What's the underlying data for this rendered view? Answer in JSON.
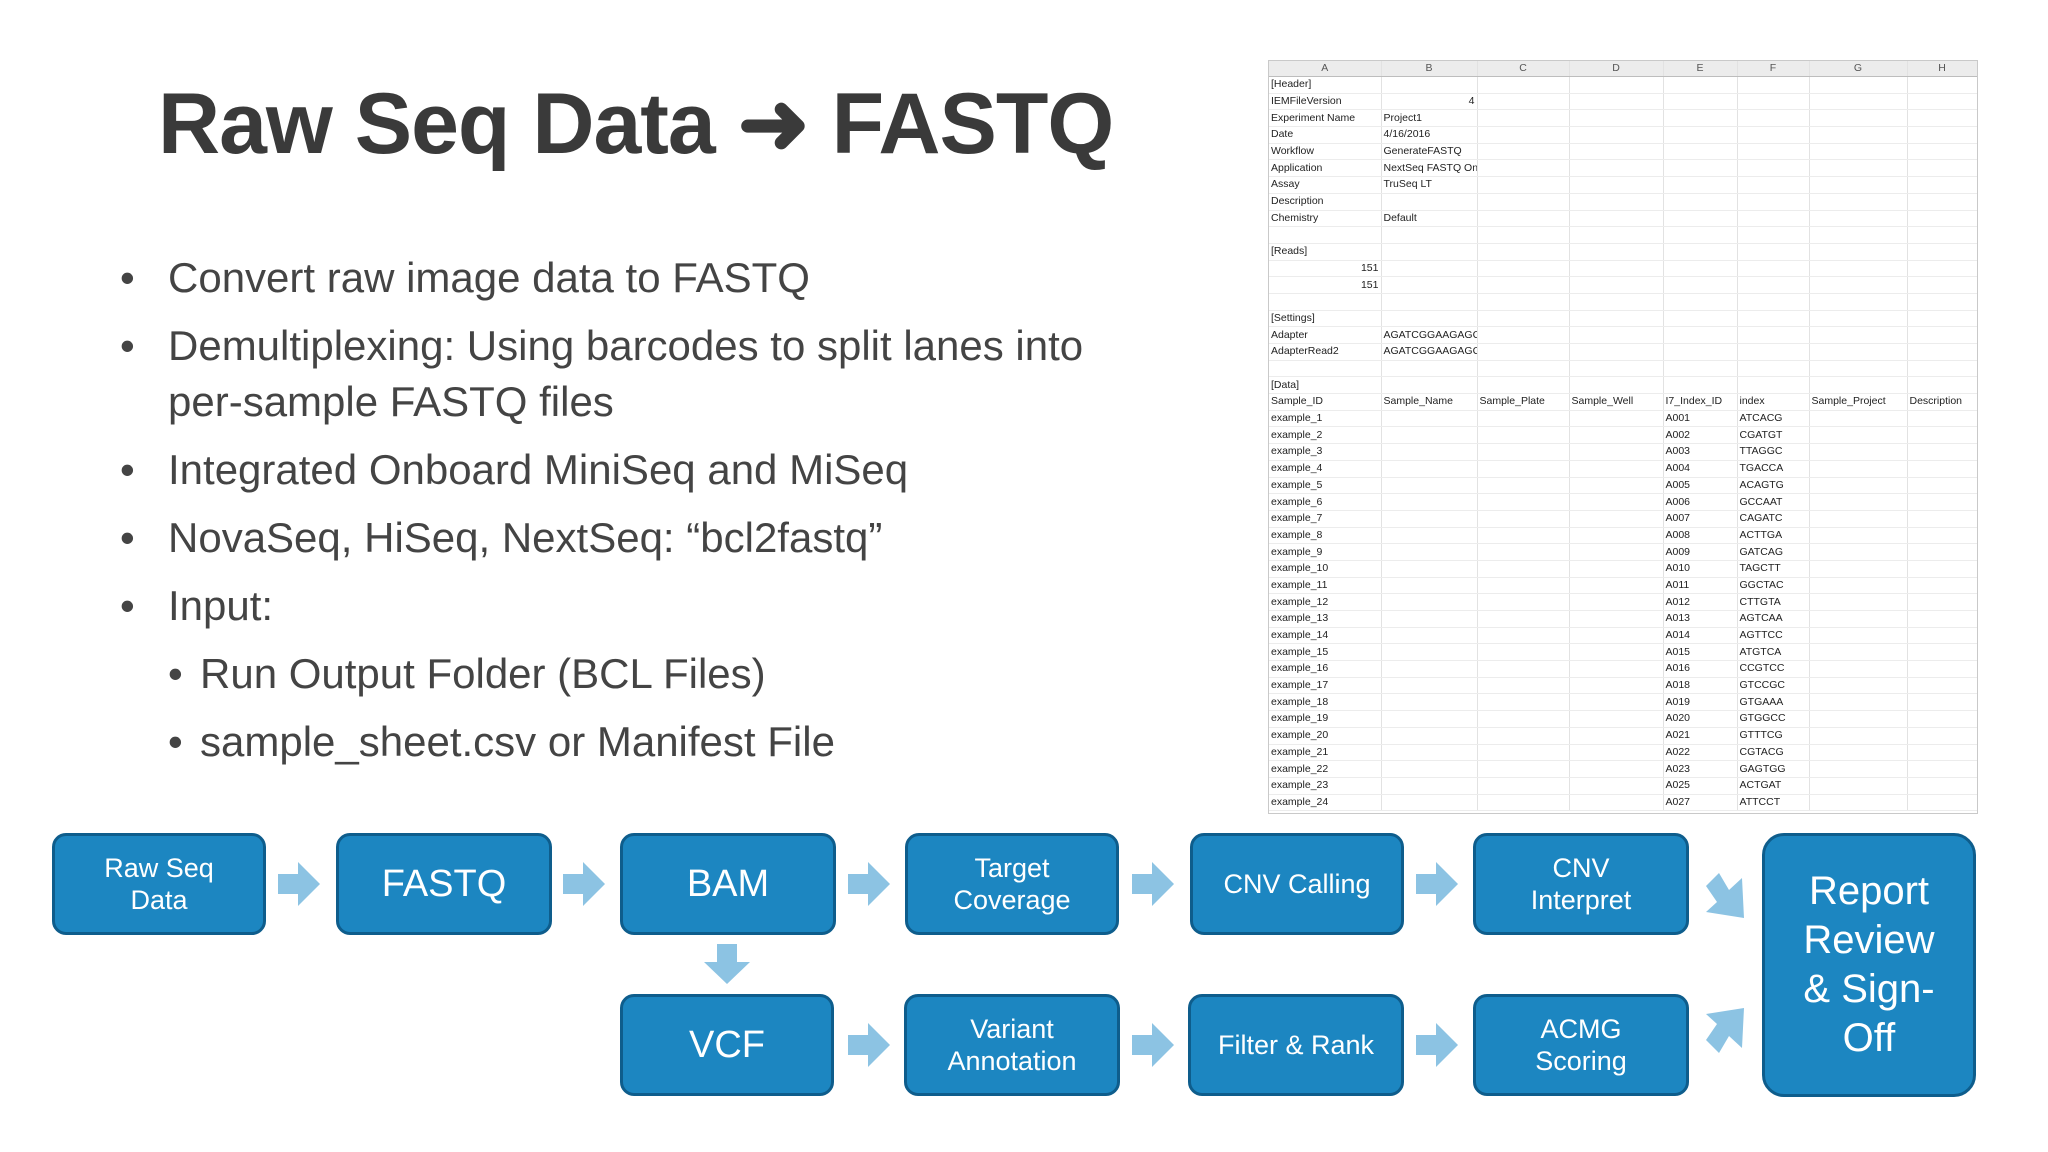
{
  "title": "Raw Seq Data ➜ FASTQ",
  "bullets": [
    "Convert raw image data to FASTQ",
    "Demultiplexing: Using barcodes to split lanes into per-sample FASTQ files",
    "Integrated Onboard MiniSeq and MiSeq",
    "NovaSeq, HiSeq, NextSeq: “bcl2fastq”",
    "Input:"
  ],
  "sub_bullets": [
    "Run Output Folder (BCL Files)",
    "sample_sheet.csv or Manifest File"
  ],
  "bullet_char": "•",
  "sheet": {
    "columns": [
      "A",
      "B",
      "C",
      "D",
      "E",
      "F",
      "G",
      "H"
    ],
    "rows": [
      [
        "[Header]",
        "",
        "",
        "",
        "",
        "",
        "",
        ""
      ],
      [
        "IEMFileVersion",
        "4",
        "",
        "",
        "",
        "",
        "",
        ""
      ],
      [
        "Experiment Name",
        "Project1",
        "",
        "",
        "",
        "",
        "",
        ""
      ],
      [
        "Date",
        "4/16/2016",
        "",
        "",
        "",
        "",
        "",
        ""
      ],
      [
        "Workflow",
        "GenerateFASTQ",
        "",
        "",
        "",
        "",
        "",
        ""
      ],
      [
        "Application",
        "NextSeq FASTQ Only",
        "",
        "",
        "",
        "",
        "",
        ""
      ],
      [
        "Assay",
        "TruSeq LT",
        "",
        "",
        "",
        "",
        "",
        ""
      ],
      [
        "Description",
        "",
        "",
        "",
        "",
        "",
        "",
        ""
      ],
      [
        "Chemistry",
        "Default",
        "",
        "",
        "",
        "",
        "",
        ""
      ],
      [
        "",
        "",
        "",
        "",
        "",
        "",
        "",
        ""
      ],
      [
        "[Reads]",
        "",
        "",
        "",
        "",
        "",
        "",
        ""
      ],
      [
        "151",
        "",
        "",
        "",
        "",
        "",
        "",
        ""
      ],
      [
        "151",
        "",
        "",
        "",
        "",
        "",
        "",
        ""
      ],
      [
        "",
        "",
        "",
        "",
        "",
        "",
        "",
        ""
      ],
      [
        "[Settings]",
        "",
        "",
        "",
        "",
        "",
        "",
        ""
      ],
      [
        "Adapter",
        "AGATCGGAAGAGCACACGTCTGAACTCCAGTCA",
        "",
        "",
        "",
        "",
        "",
        ""
      ],
      [
        "AdapterRead2",
        "AGATCGGAAGAGCGTCGTGTAGGGAAAGAGTGT",
        "",
        "",
        "",
        "",
        "",
        ""
      ],
      [
        "",
        "",
        "",
        "",
        "",
        "",
        "",
        ""
      ],
      [
        "[Data]",
        "",
        "",
        "",
        "",
        "",
        "",
        ""
      ],
      [
        "Sample_ID",
        "Sample_Name",
        "Sample_Plate",
        "Sample_Well",
        "I7_Index_ID",
        "index",
        "Sample_Project",
        "Description"
      ],
      [
        "example_1",
        "",
        "",
        "",
        "A001",
        "ATCACG",
        "",
        ""
      ],
      [
        "example_2",
        "",
        "",
        "",
        "A002",
        "CGATGT",
        "",
        ""
      ],
      [
        "example_3",
        "",
        "",
        "",
        "A003",
        "TTAGGC",
        "",
        ""
      ],
      [
        "example_4",
        "",
        "",
        "",
        "A004",
        "TGACCA",
        "",
        ""
      ],
      [
        "example_5",
        "",
        "",
        "",
        "A005",
        "ACAGTG",
        "",
        ""
      ],
      [
        "example_6",
        "",
        "",
        "",
        "A006",
        "GCCAAT",
        "",
        ""
      ],
      [
        "example_7",
        "",
        "",
        "",
        "A007",
        "CAGATC",
        "",
        ""
      ],
      [
        "example_8",
        "",
        "",
        "",
        "A008",
        "ACTTGA",
        "",
        ""
      ],
      [
        "example_9",
        "",
        "",
        "",
        "A009",
        "GATCAG",
        "",
        ""
      ],
      [
        "example_10",
        "",
        "",
        "",
        "A010",
        "TAGCTT",
        "",
        ""
      ],
      [
        "example_11",
        "",
        "",
        "",
        "A011",
        "GGCTAC",
        "",
        ""
      ],
      [
        "example_12",
        "",
        "",
        "",
        "A012",
        "CTTGTA",
        "",
        ""
      ],
      [
        "example_13",
        "",
        "",
        "",
        "A013",
        "AGTCAA",
        "",
        ""
      ],
      [
        "example_14",
        "",
        "",
        "",
        "A014",
        "AGTTCC",
        "",
        ""
      ],
      [
        "example_15",
        "",
        "",
        "",
        "A015",
        "ATGTCA",
        "",
        ""
      ],
      [
        "example_16",
        "",
        "",
        "",
        "A016",
        "CCGTCC",
        "",
        ""
      ],
      [
        "example_17",
        "",
        "",
        "",
        "A018",
        "GTCCGC",
        "",
        ""
      ],
      [
        "example_18",
        "",
        "",
        "",
        "A019",
        "GTGAAA",
        "",
        ""
      ],
      [
        "example_19",
        "",
        "",
        "",
        "A020",
        "GTGGCC",
        "",
        ""
      ],
      [
        "example_20",
        "",
        "",
        "",
        "A021",
        "GTTTCG",
        "",
        ""
      ],
      [
        "example_21",
        "",
        "",
        "",
        "A022",
        "CGTACG",
        "",
        ""
      ],
      [
        "example_22",
        "",
        "",
        "",
        "A023",
        "GAGTGG",
        "",
        ""
      ],
      [
        "example_23",
        "",
        "",
        "",
        "A025",
        "ACTGAT",
        "",
        ""
      ],
      [
        "example_24",
        "",
        "",
        "",
        "A027",
        "ATTCCT",
        "",
        ""
      ]
    ]
  },
  "flow": {
    "raw_seq": "Raw Seq\nData",
    "fastq": "FASTQ",
    "bam": "BAM",
    "target": "Target\nCoverage",
    "cnv_call": "CNV Calling",
    "cnv_interp": "CNV\nInterpret",
    "vcf": "VCF",
    "variant": "Variant\nAnnotation",
    "filter": "Filter & Rank",
    "acmg": "ACMG\nScoring",
    "report": "Report\nReview\n& Sign-\nOff"
  },
  "colors": {
    "box_fill": "#1c86c1",
    "box_border": "#0e5d8c",
    "arrow": "#8cc3e3"
  }
}
